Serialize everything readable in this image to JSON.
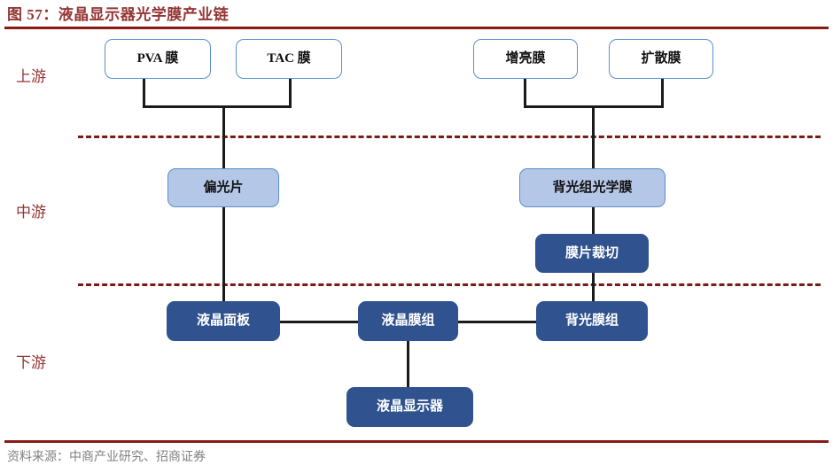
{
  "figure": {
    "title": "图 57：液晶显示器光学膜产业链",
    "source": "资料来源：中商产业研究、招商证券",
    "accent_color": "#943634",
    "rule_color": "#8b1a15",
    "divider_color": "#7b1a16",
    "connector_color": "#1a1a1a"
  },
  "tiers": [
    {
      "label": "上游",
      "color": "#943634"
    },
    {
      "label": "中游",
      "color": "#943634"
    },
    {
      "label": "下游",
      "color": "#943634"
    }
  ],
  "nodes": {
    "pva_film": {
      "label": "PVA 膜",
      "style": "white",
      "fill": "#ffffff",
      "border": "#5b8fd0",
      "text_color": "#111111"
    },
    "tac_film": {
      "label": "TAC 膜",
      "style": "white",
      "fill": "#ffffff",
      "border": "#5b8fd0",
      "text_color": "#111111"
    },
    "brightness_film": {
      "label": "增亮膜",
      "style": "white",
      "fill": "#ffffff",
      "border": "#5b8fd0",
      "text_color": "#111111"
    },
    "diffusion_film": {
      "label": "扩散膜",
      "style": "white",
      "fill": "#ffffff",
      "border": "#5b8fd0",
      "text_color": "#111111"
    },
    "polarizer": {
      "label": "偏光片",
      "style": "light",
      "fill": "#b4c7e7",
      "border": "#5b8fd0",
      "text_color": "#111111"
    },
    "blu_optical": {
      "label": "背光组光学膜",
      "style": "light",
      "fill": "#b4c7e7",
      "border": "#5b8fd0",
      "text_color": "#111111"
    },
    "film_cutting": {
      "label": "膜片裁切",
      "style": "dark",
      "fill": "#30528f",
      "border": "#30528f",
      "text_color": "#ffffff"
    },
    "lcd_panel": {
      "label": "液晶面板",
      "style": "dark",
      "fill": "#30528f",
      "border": "#30528f",
      "text_color": "#ffffff"
    },
    "lcd_film_module": {
      "label": "液晶膜组",
      "style": "dark",
      "fill": "#30528f",
      "border": "#30528f",
      "text_color": "#ffffff"
    },
    "blu_film_module": {
      "label": "背光膜组",
      "style": "dark",
      "fill": "#30528f",
      "border": "#30528f",
      "text_color": "#ffffff"
    },
    "lcd_display": {
      "label": "液晶显示器",
      "style": "dark",
      "fill": "#30528f",
      "border": "#30528f",
      "text_color": "#ffffff"
    }
  },
  "flow": [
    {
      "from": "pva_film",
      "to": "polarizer"
    },
    {
      "from": "tac_film",
      "to": "polarizer"
    },
    {
      "from": "brightness_film",
      "to": "blu_optical"
    },
    {
      "from": "diffusion_film",
      "to": "blu_optical"
    },
    {
      "from": "polarizer",
      "to": "lcd_panel"
    },
    {
      "from": "blu_optical",
      "to": "film_cutting"
    },
    {
      "from": "film_cutting",
      "to": "blu_film_module"
    },
    {
      "from": "lcd_panel",
      "to": "lcd_film_module"
    },
    {
      "from": "lcd_film_module",
      "to": "blu_film_module"
    },
    {
      "from": "lcd_film_module",
      "to": "lcd_display"
    }
  ]
}
